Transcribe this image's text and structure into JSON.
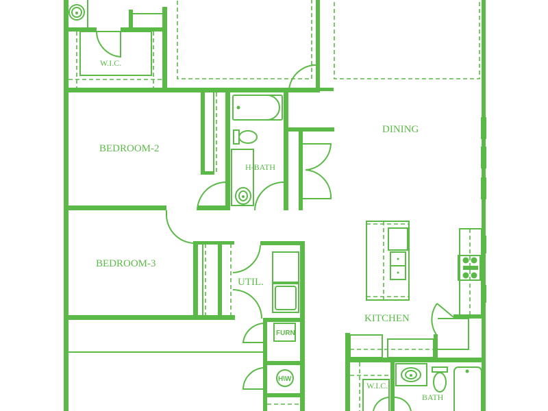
{
  "plan": {
    "color": "#5ab947",
    "rooms": {
      "wic_top": "W.I.C.",
      "bedroom2": "BEDROOM-2",
      "hbath": "H-BATH",
      "dining": "DINING",
      "bedroom3": "BEDROOM-3",
      "util": "UTIL.",
      "kitchen": "KITCHEN",
      "wic_bottom": "W.I.C.",
      "bath": "BATH"
    },
    "fixtures": {
      "furnace": "FURN",
      "water_heater": "H\\W"
    }
  }
}
